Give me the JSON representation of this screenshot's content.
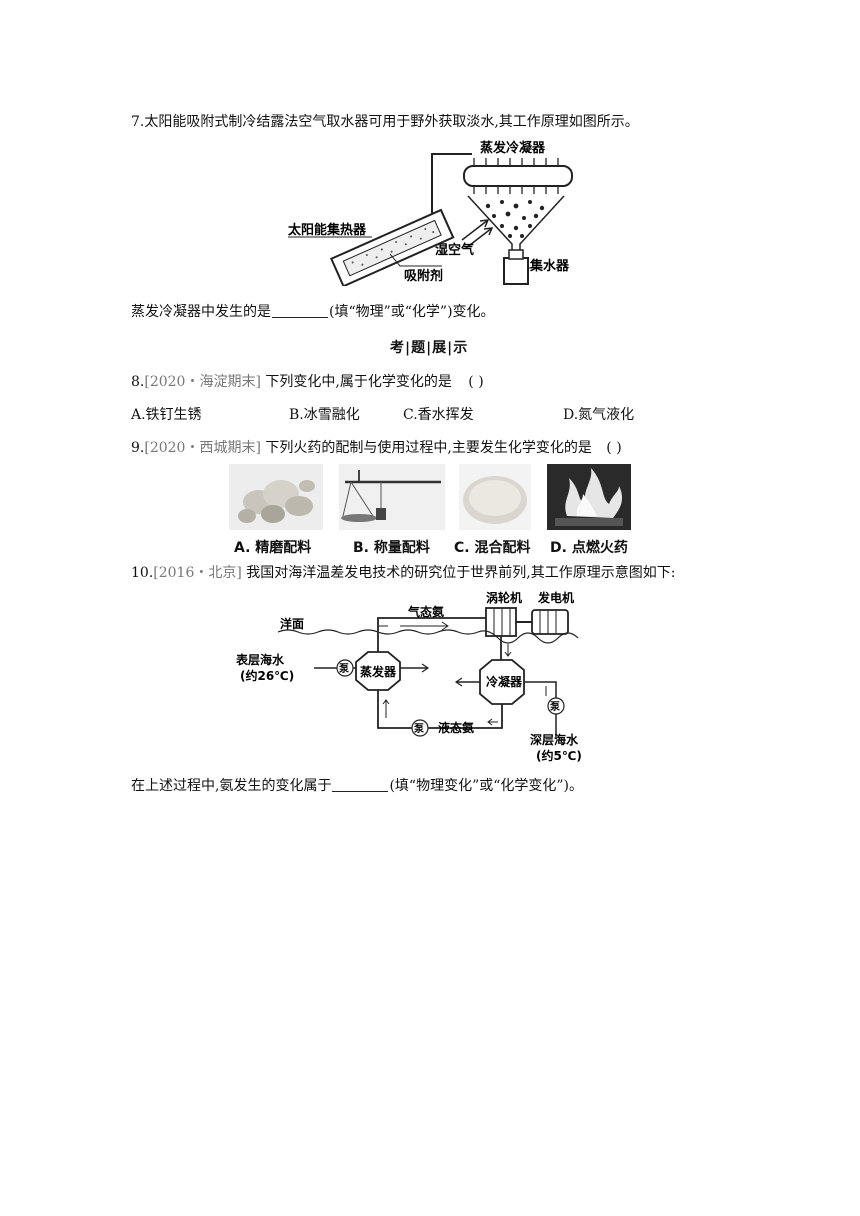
{
  "q7": {
    "stem": "7.太阳能吸附式制冷结露法空气取水器可用于野外获取淡水,其工作原理如图所示。",
    "fig": {
      "condenser": "蒸发冷凝器",
      "collector": "太阳能集热器",
      "humid_air": "湿空气",
      "adsorbent": "吸附剂",
      "water_collector": "集水器"
    },
    "answer_pre": "蒸发冷凝器中发生的是",
    "answer_post": "(填“物理”或“化学”)变化。"
  },
  "section_title": "考|题|展|示",
  "q8": {
    "num": "8.",
    "source": "[2020・海淀期末]",
    "stem": " 下列变化中,属于化学变化的是",
    "paren": "(      )",
    "options": [
      "A.铁钉生锈",
      "B.冰雪融化",
      "C.香水挥发",
      "D.氮气液化"
    ]
  },
  "q9": {
    "num": "9.",
    "source": "[2020・西城期末]",
    "stem": " 下列火药的配制与使用过程中,主要发生化学变化的是",
    "paren": "(      )",
    "captions": [
      "A. 精磨配料",
      "B. 称量配料",
      "C. 混合配料",
      "D. 点燃火药"
    ]
  },
  "q10": {
    "num": "10.",
    "source": "[2016・北京]",
    "stem": " 我国对海洋温差发电技术的研究位于世界前列,其工作原理示意图如下:",
    "fig": {
      "turbine": "涡轮机",
      "generator": "发电机",
      "sea_surface": "洋面",
      "gas_ammonia": "气态氨",
      "surface_water": "表层海水",
      "surface_temp": "(约26℃)",
      "pump1": "泵",
      "evaporator": "蒸发器",
      "condenser": "冷凝器",
      "pump2": "泵",
      "liquid_ammonia": "液态氨",
      "pump3": "泵",
      "deep_water": "深层海水",
      "deep_temp": "(约5℃)"
    },
    "answer_pre": "在上述过程中,氨发生的变化属于",
    "answer_post": "(填“物理变化”或“化学变化”)。"
  }
}
